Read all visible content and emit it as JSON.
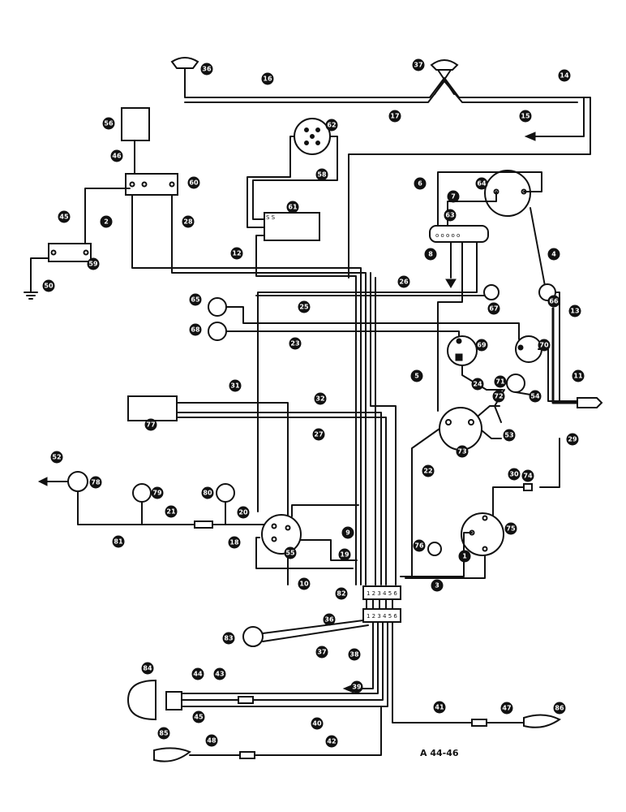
{
  "drawing_id": "A 44-46",
  "terminal_labels": {
    "block_a": "1 2 3 4 5 6",
    "block_b": "1 2 3 4 5 6",
    "regulator": "o o o o o",
    "ignition": "S S"
  },
  "callouts": [
    {
      "id": "c36",
      "label": "36"
    },
    {
      "id": "c16",
      "label": "16"
    },
    {
      "id": "c37",
      "label": "37"
    },
    {
      "id": "c14",
      "label": "14"
    },
    {
      "id": "c17",
      "label": "17"
    },
    {
      "id": "c15",
      "label": "15"
    },
    {
      "id": "c56",
      "label": "56"
    },
    {
      "id": "c62",
      "label": "62"
    },
    {
      "id": "c46",
      "label": "46"
    },
    {
      "id": "c60",
      "label": "60"
    },
    {
      "id": "c58",
      "label": "58"
    },
    {
      "id": "c6",
      "label": "6"
    },
    {
      "id": "c64",
      "label": "64"
    },
    {
      "id": "c7",
      "label": "7"
    },
    {
      "id": "c61",
      "label": "61"
    },
    {
      "id": "c63",
      "label": "63"
    },
    {
      "id": "c45",
      "label": "45"
    },
    {
      "id": "c2",
      "label": "2"
    },
    {
      "id": "c28",
      "label": "28"
    },
    {
      "id": "c8",
      "label": "8"
    },
    {
      "id": "c4",
      "label": "4"
    },
    {
      "id": "c12",
      "label": "12"
    },
    {
      "id": "c59",
      "label": "59"
    },
    {
      "id": "c50",
      "label": "50"
    },
    {
      "id": "c26",
      "label": "26"
    },
    {
      "id": "c67",
      "label": "67"
    },
    {
      "id": "c66",
      "label": "66"
    },
    {
      "id": "c13",
      "label": "13"
    },
    {
      "id": "c65",
      "label": "65"
    },
    {
      "id": "c25",
      "label": "25"
    },
    {
      "id": "c68",
      "label": "68"
    },
    {
      "id": "c23",
      "label": "23"
    },
    {
      "id": "c69",
      "label": "69"
    },
    {
      "id": "c70",
      "label": "70"
    },
    {
      "id": "c5",
      "label": "5"
    },
    {
      "id": "c24",
      "label": "24"
    },
    {
      "id": "c11",
      "label": "11"
    },
    {
      "id": "c71",
      "label": "71"
    },
    {
      "id": "c31",
      "label": "31"
    },
    {
      "id": "c72",
      "label": "72"
    },
    {
      "id": "c54",
      "label": "54"
    },
    {
      "id": "c32",
      "label": "32"
    },
    {
      "id": "c77",
      "label": "77"
    },
    {
      "id": "c27",
      "label": "27"
    },
    {
      "id": "c73",
      "label": "73"
    },
    {
      "id": "c53",
      "label": "53"
    },
    {
      "id": "c29",
      "label": "29"
    },
    {
      "id": "c22",
      "label": "22"
    },
    {
      "id": "c52",
      "label": "52"
    },
    {
      "id": "c78",
      "label": "78"
    },
    {
      "id": "c30",
      "label": "30"
    },
    {
      "id": "c79",
      "label": "79"
    },
    {
      "id": "c80",
      "label": "80"
    },
    {
      "id": "c74",
      "label": "74"
    },
    {
      "id": "c21",
      "label": "21"
    },
    {
      "id": "c20",
      "label": "20"
    },
    {
      "id": "c81",
      "label": "81"
    },
    {
      "id": "c18",
      "label": "18"
    },
    {
      "id": "c9",
      "label": "9"
    },
    {
      "id": "c75",
      "label": "75"
    },
    {
      "id": "c19",
      "label": "19"
    },
    {
      "id": "c76",
      "label": "76"
    },
    {
      "id": "c1",
      "label": "1"
    },
    {
      "id": "c55",
      "label": "55"
    },
    {
      "id": "c10",
      "label": "10"
    },
    {
      "id": "c3",
      "label": "3"
    },
    {
      "id": "c82",
      "label": "82"
    },
    {
      "id": "c83",
      "label": "83"
    },
    {
      "id": "c36b",
      "label": "36"
    },
    {
      "id": "c37b",
      "label": "37"
    },
    {
      "id": "c38",
      "label": "38"
    },
    {
      "id": "c84",
      "label": "84"
    },
    {
      "id": "c44",
      "label": "44"
    },
    {
      "id": "c43",
      "label": "43"
    },
    {
      "id": "c39",
      "label": "39"
    },
    {
      "id": "c45b",
      "label": "45"
    },
    {
      "id": "c40",
      "label": "40"
    },
    {
      "id": "c41",
      "label": "41"
    },
    {
      "id": "c47",
      "label": "47"
    },
    {
      "id": "c86",
      "label": "86"
    },
    {
      "id": "c85",
      "label": "85"
    },
    {
      "id": "c48",
      "label": "48"
    },
    {
      "id": "c42",
      "label": "42"
    }
  ]
}
